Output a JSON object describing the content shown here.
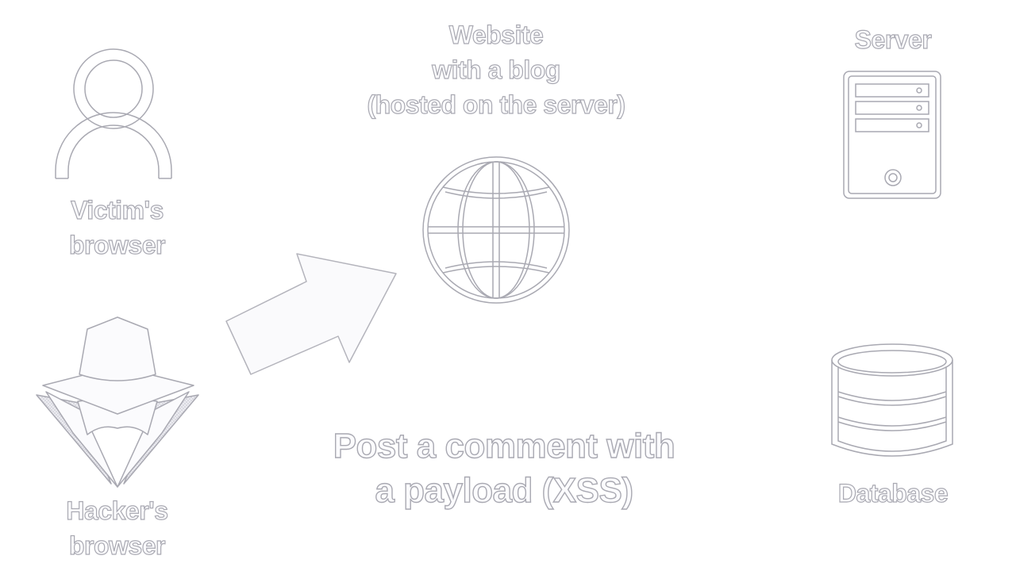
{
  "labels": {
    "website": "Website\nwith a blog\n(hosted on the server)",
    "server": "Server",
    "victim": "Victim's\nbrowser",
    "hacker": "Hacker's\nbrowser",
    "database": "Database",
    "action": "Post a comment with\na payload (XSS)"
  },
  "colors": {
    "background": "#ffffff",
    "outline": "#a9a9b2",
    "fill": "#fbfbfd",
    "shade": "#d6d6de"
  },
  "icons": {
    "victim": "user-icon",
    "hacker": "hacker-spy-icon",
    "website": "globe-icon",
    "server": "server-tower-icon",
    "database": "database-icon",
    "arrow": "arrow-icon"
  }
}
